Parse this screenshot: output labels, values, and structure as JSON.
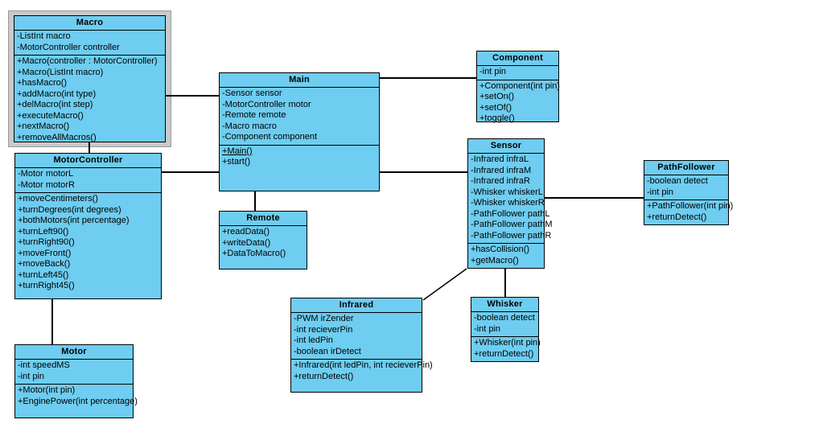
{
  "diagram": {
    "title": "UML Class Diagram",
    "background_color": "#ffffff",
    "class_fill_color": "#6ecdf0",
    "class_border_color": "#000000",
    "selection_color": "#c9c9c9"
  },
  "classes": {
    "macro": {
      "name": "Macro",
      "attributes": [
        "-ListInt macro",
        "-MotorController controller"
      ],
      "methods": [
        "+Macro(controller : MotorController)",
        "+Macro(ListInt macro)",
        "+hasMacro()",
        "+addMacro(int type)",
        "+delMacro(int step)",
        "+executeMacro()",
        "+nextMacro()",
        "+removeAllMacros()"
      ],
      "selected": true
    },
    "main": {
      "name": "Main",
      "attributes": [
        "-Sensor sensor",
        "-MotorController motor",
        "-Remote remote",
        "-Macro macro",
        "-Component component"
      ],
      "methods": [
        "+Main()",
        "+start()"
      ]
    },
    "component": {
      "name": "Component",
      "attributes": [
        "-int pin"
      ],
      "methods": [
        "+Component(int pin)",
        "+setOn()",
        "+setOf()",
        "+toggle()"
      ]
    },
    "motorcontroller": {
      "name": "MotorController",
      "attributes": [
        "-Motor motorL",
        "-Motor motorR"
      ],
      "methods": [
        "+moveCentimeters()",
        "+turnDegrees(int degrees)",
        "+bothMotors(int percentage)",
        "+turnLeft90()",
        "+turnRight90()",
        "+moveFront()",
        "+moveBack()",
        "+turnLeft45()",
        "+turnRight45()"
      ]
    },
    "sensor": {
      "name": "Sensor",
      "attributes": [
        "-Infrared infraL",
        "-Infrared infraM",
        "-Infrared infraR",
        "-Whisker whiskerL",
        "-Whisker whiskerR",
        "-PathFollower pathL",
        "-PathFollower pathM",
        "-PathFollower pathR"
      ],
      "methods": [
        "+hasCollision()",
        "+getMacro()"
      ]
    },
    "pathfollower": {
      "name": "PathFollower",
      "attributes": [
        "-boolean detect",
        "-int pin"
      ],
      "methods": [
        "+PathFollower(int pin)",
        "+returnDetect()"
      ]
    },
    "remote": {
      "name": "Remote",
      "attributes": [],
      "methods": [
        "+readData()",
        "+writeData()",
        "+DataToMacro()"
      ]
    },
    "motor": {
      "name": "Motor",
      "attributes": [
        "-int speedMS",
        "-int pin"
      ],
      "methods": [
        "+Motor(int pin)",
        "+EnginePower(int percentage)"
      ]
    },
    "infrared": {
      "name": "Infrared",
      "attributes": [
        "-PWM irZender",
        "-int recieverPin",
        "-int ledPin",
        "-boolean irDetect"
      ],
      "methods": [
        "+Infrared(int ledPin, int recieverPin)",
        "+returnDetect()"
      ]
    },
    "whisker": {
      "name": "Whisker",
      "attributes": [
        "-boolean detect",
        "-int pin"
      ],
      "methods": [
        "+Whisker(int pin)",
        "+returnDetect()"
      ]
    }
  },
  "associations": [
    {
      "from": "Macro",
      "to": "Main"
    },
    {
      "from": "Macro",
      "to": "MotorController"
    },
    {
      "from": "MotorController",
      "to": "Main"
    },
    {
      "from": "MotorController",
      "to": "Motor"
    },
    {
      "from": "Main",
      "to": "Component"
    },
    {
      "from": "Main",
      "to": "Sensor"
    },
    {
      "from": "Main",
      "to": "Remote"
    },
    {
      "from": "Sensor",
      "to": "PathFollower"
    },
    {
      "from": "Sensor",
      "to": "Whisker"
    },
    {
      "from": "Sensor",
      "to": "Infrared"
    }
  ]
}
